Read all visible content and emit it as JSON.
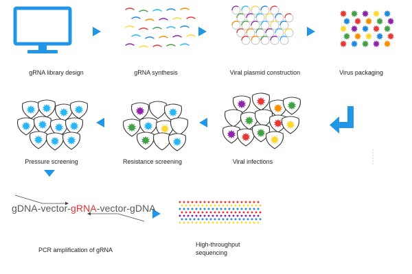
{
  "colors": {
    "accent": "#2196e6",
    "grna_highlight": "#e03030",
    "dna_text": "#555555",
    "virus_palette": [
      "#e53935",
      "#8e24aa",
      "#1e88e5",
      "#43a047",
      "#fdd835",
      "#fb8c00",
      "#29b6f6"
    ]
  },
  "icons": [
    "monitor-icon",
    "arrow-right-icon",
    "arrow-left-icon",
    "arrow-down-icon",
    "elbow-arrow-icon"
  ],
  "steps": {
    "library_design": "gRNA library design",
    "synthesis": "gRNA synthesis",
    "plasmid": "Viral plasmid construction",
    "packaging": "Virus packaging",
    "pressure": "Pressure screening",
    "resistance": "Resistance screening",
    "infections": "Viral infections",
    "pcr": "PCR amplification of gRNA",
    "hts_line1": "High-throughput",
    "hts_line2": "sequencing"
  },
  "sequence": {
    "left": "gDNA-vector-",
    "middle": "gRNA",
    "right": "-vector-gDNA"
  }
}
